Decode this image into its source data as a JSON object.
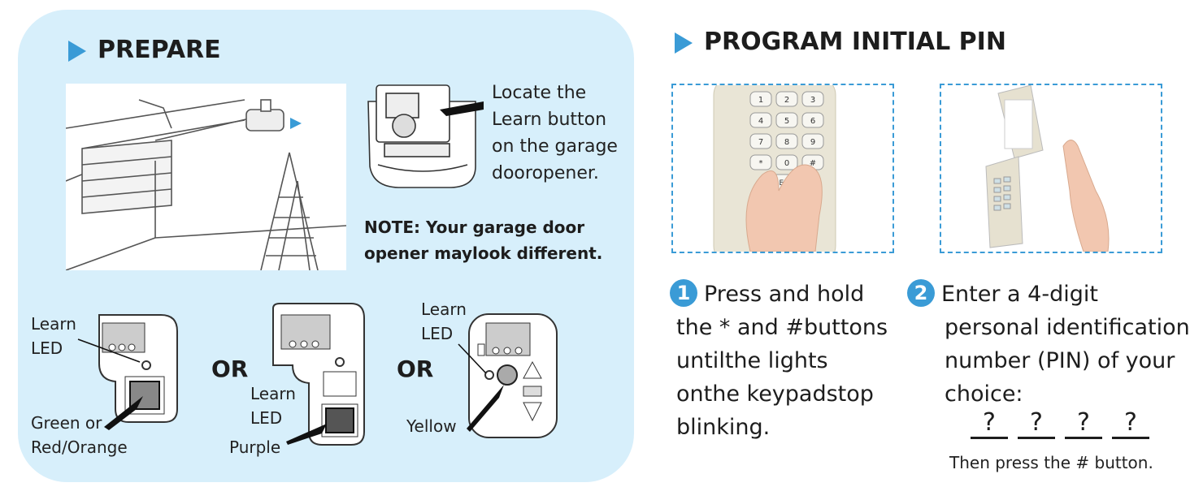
{
  "prepare": {
    "heading": "PREPARE",
    "locate_lines": [
      "Locate the",
      "Learn button",
      "on the garage",
      "dooropener."
    ],
    "note_lines": [
      "NOTE: Your garage door",
      "opener maylook different."
    ],
    "panel1": {
      "learn_label": [
        "Learn",
        "LED"
      ],
      "button_label": [
        "Green or",
        "Red/Orange"
      ]
    },
    "or1": "OR",
    "panel2": {
      "learn_label": [
        "Learn",
        "LED"
      ],
      "button_label": "Purple"
    },
    "or2": "OR",
    "panel3": {
      "learn_label": [
        "Learn",
        "LED"
      ],
      "button_label": "Yellow"
    }
  },
  "program": {
    "heading": "PROGRAM INITIAL PIN",
    "keypad_keys": [
      "1",
      "2",
      "3",
      "4",
      "5",
      "6",
      "7",
      "8",
      "9",
      "*",
      "0",
      "#",
      "ENTER/"
    ],
    "step1": {
      "number": "1",
      "lines": [
        "Press and hold",
        "the * and #buttons",
        "untilthe lights",
        "onthe keypadstop",
        "blinking."
      ]
    },
    "step2": {
      "number": "2",
      "lines": [
        "Enter a 4-digit",
        "personal identification",
        "number (PIN) of your",
        "choice:"
      ]
    },
    "pin_slots": [
      "?",
      "?",
      "?",
      "?"
    ],
    "footer": "Then press the # button."
  },
  "colors": {
    "accent": "#3a9bd6",
    "panel_bg": "#d7effb"
  }
}
